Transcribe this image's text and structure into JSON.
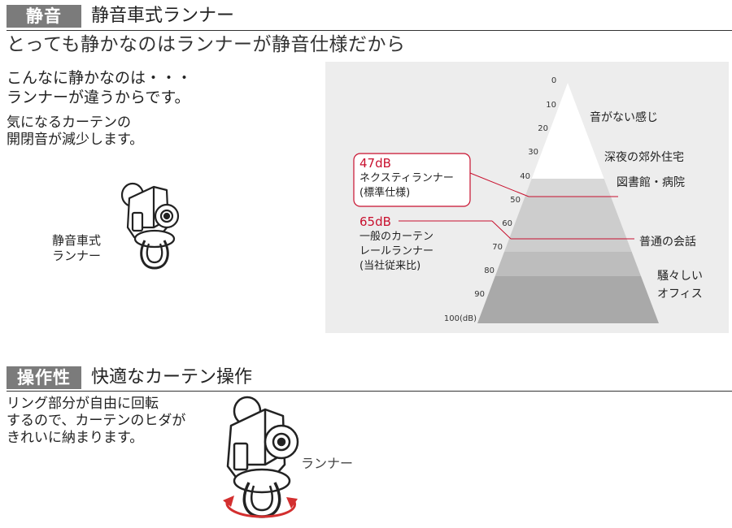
{
  "section1": {
    "tag": "静音",
    "title": "静音車式ランナー",
    "subtitle": "とっても静かなのはランナーが静音仕様だから",
    "lead_lines": [
      "こんなに静かなのは・・・",
      "ランナーが違うからです。"
    ],
    "desc_lines": [
      "気になるカーテンの",
      "開閉音が減少します。"
    ],
    "runner_caption_lines": [
      "静音車式",
      "ランナー"
    ]
  },
  "noise_chart": {
    "ticks": [
      "0",
      "10",
      "20",
      "30",
      "40",
      "50",
      "60",
      "70",
      "80",
      "90",
      "100(dB)"
    ],
    "zones": [
      {
        "label_lines": [
          "音がない感じ"
        ]
      },
      {
        "label_lines": [
          "深夜の郊外住宅"
        ]
      },
      {
        "label_lines": [
          "図書館・病院"
        ]
      },
      {
        "label_lines": [
          "普通の会話"
        ]
      },
      {
        "label_lines": [
          "騒々しい",
          "オフィス"
        ]
      }
    ],
    "callout_nexty": {
      "value": "47dB",
      "lines": [
        "ネクスティランナー",
        "(標準仕様)"
      ]
    },
    "callout_general": {
      "value": "65dB",
      "lines": [
        "一般のカーテン",
        "レールランナー",
        "(当社従来比)"
      ]
    },
    "colors": {
      "accent": "#c8102e",
      "band_light": "#d4d4d4",
      "band_mid": "#c4c4c4",
      "band_dark": "#a8a8a8"
    }
  },
  "section2": {
    "tag": "操作性",
    "title": "快適なカーテン操作",
    "desc_lines": [
      "リング部分が自由に回転",
      "するので、カーテンのヒダが",
      "きれいに納まります。"
    ],
    "runner_caption": "ランナー"
  }
}
